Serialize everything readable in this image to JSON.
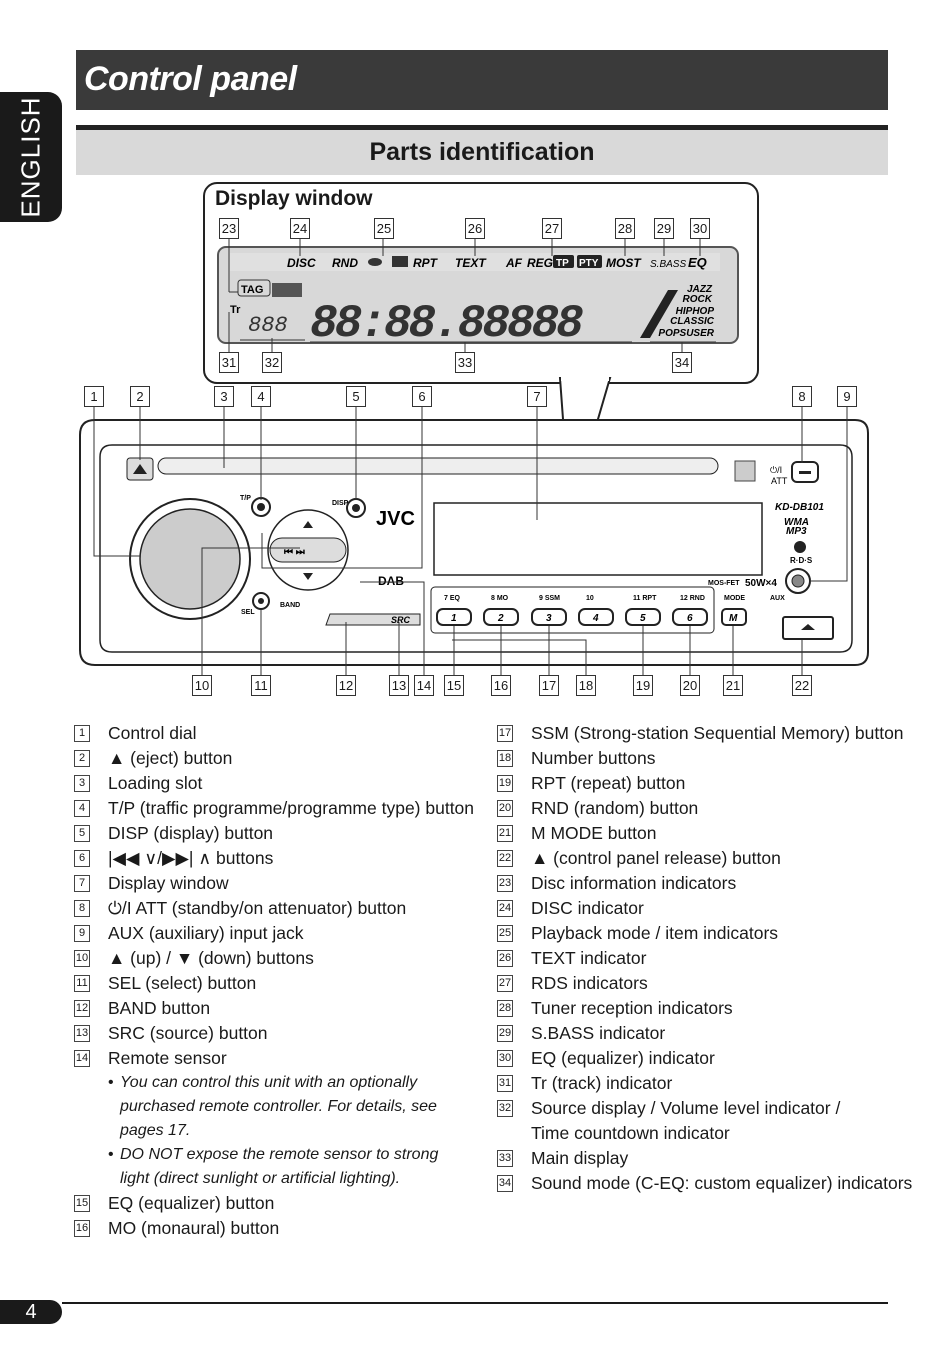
{
  "side_tab": "ENGLISH",
  "page_title": "Control panel",
  "section_title": "Parts identification",
  "display_window_title": "Display window",
  "display": {
    "disc": "DISC",
    "rnd": "RND",
    "rpt": "RPT",
    "text": "TEXT",
    "af": "AF",
    "reg": "REG",
    "tp": "TP",
    "pty": "PTY",
    "most": "MOST",
    "sbass": "S.BASS",
    "eq": "EQ",
    "tag": "TAG",
    "tr": "Tr",
    "modes": [
      "JAZZ",
      "ROCK",
      "HIPHOP",
      "CLASSIC",
      "POPSUSER"
    ]
  },
  "panel": {
    "brand": "JVC",
    "model": "KD-DB101",
    "wma": "WMA",
    "mp3": "MP3",
    "rds": "R·D·S",
    "tp": "T/P",
    "disp": "DISP",
    "sel": "SEL",
    "band": "BAND",
    "src": "SRC",
    "att": "ATT",
    "mosfet": "MOS-FET",
    "power": "50W×4",
    "aux": "AUX",
    "mode": "MODE",
    "dab": "DAB",
    "preset_labels": [
      "7 EQ",
      "8 MO",
      "9 SSM",
      "10",
      "11 RPT",
      "12 RND"
    ],
    "preset_buttons": [
      "1",
      "2",
      "3",
      "4",
      "5",
      "6"
    ],
    "m_button": "M"
  },
  "callout_numbers": [
    "23",
    "24",
    "25",
    "26",
    "27",
    "28",
    "29",
    "30",
    "31",
    "32",
    "33",
    "34"
  ],
  "diagram_numbers": [
    "1",
    "2",
    "3",
    "4",
    "5",
    "6",
    "7",
    "8",
    "9",
    "10",
    "11",
    "12",
    "13",
    "14",
    "15",
    "16",
    "17",
    "18",
    "19",
    "20",
    "21",
    "22"
  ],
  "left_list": [
    {
      "n": "1",
      "t": "Control dial"
    },
    {
      "n": "2",
      "t": "▲ (eject) button"
    },
    {
      "n": "3",
      "t": "Loading slot"
    },
    {
      "n": "4",
      "t": "T/P (traffic programme/programme type) button"
    },
    {
      "n": "5",
      "t": "DISP (display) button"
    },
    {
      "n": "6",
      "t": "|◀◀ ∨/▶▶| ∧ buttons"
    },
    {
      "n": "7",
      "t": "Display window"
    },
    {
      "n": "8",
      "t": "⏻/I ATT (standby/on attenuator) button"
    },
    {
      "n": "9",
      "t": "AUX (auxiliary) input jack"
    },
    {
      "n": "10",
      "t": "▲ (up) / ▼ (down) buttons"
    },
    {
      "n": "11",
      "t": "SEL (select) button"
    },
    {
      "n": "12",
      "t": "BAND button"
    },
    {
      "n": "13",
      "t": "SRC (source) button"
    },
    {
      "n": "14",
      "t": "Remote sensor"
    }
  ],
  "notes": [
    "You can control this unit with an optionally purchased remote controller. For details, see pages 17.",
    "DO NOT expose the remote sensor to strong light (direct sunlight or artificial lighting)."
  ],
  "left_list_2": [
    {
      "n": "15",
      "t": "EQ (equalizer) button"
    },
    {
      "n": "16",
      "t": "MO (monaural) button"
    }
  ],
  "right_list": [
    {
      "n": "17",
      "t": "SSM (Strong-station Sequential Memory) button"
    },
    {
      "n": "18",
      "t": "Number buttons"
    },
    {
      "n": "19",
      "t": "RPT (repeat) button"
    },
    {
      "n": "20",
      "t": "RND (random) button"
    },
    {
      "n": "21",
      "t": "M MODE button"
    },
    {
      "n": "22",
      "t": "▲ (control panel release) button"
    },
    {
      "n": "23",
      "t": "Disc information indicators"
    },
    {
      "n": "24",
      "t": "DISC indicator"
    },
    {
      "n": "25",
      "t": "Playback mode / item indicators"
    },
    {
      "n": "26",
      "t": "TEXT indicator"
    },
    {
      "n": "27",
      "t": "RDS indicators"
    },
    {
      "n": "28",
      "t": "Tuner reception indicators"
    },
    {
      "n": "29",
      "t": "S.BASS indicator"
    },
    {
      "n": "30",
      "t": "EQ (equalizer) indicator"
    },
    {
      "n": "31",
      "t": "Tr (track) indicator"
    },
    {
      "n": "32",
      "t": "Source display / Volume level indicator / Time countdown indicator"
    },
    {
      "n": "33",
      "t": "Main display"
    },
    {
      "n": "34",
      "t": "Sound mode (C-EQ: custom equalizer) indicators"
    }
  ],
  "page_number": "4"
}
